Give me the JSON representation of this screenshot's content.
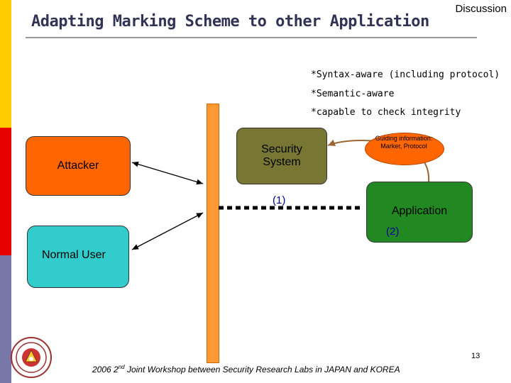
{
  "header": {
    "tag": "Discussion",
    "title": "Adapting Marking Scheme to other Application"
  },
  "bullets": [
    "*Syntax-aware (including protocol)",
    "*Semantic-aware",
    "*capable to check integrity"
  ],
  "nodes": {
    "attacker": "Attacker",
    "normal_user": "Normal User",
    "security_line1": "Security",
    "security_line2": "System",
    "application": "Application",
    "guiding_line1": "Guiding information:",
    "guiding_line2": "Marker, Protocol"
  },
  "labels": {
    "step1": "(1)",
    "step2": "(2)"
  },
  "footer": {
    "year": "2006 2",
    "sup": "nd",
    "rest": " Joint Workshop between  Security Research Labs in JAPAN and KOREA",
    "page": "13"
  },
  "colors": {
    "attacker": "#ff6600",
    "normal_user": "#33cccc",
    "security": "#777733",
    "application": "#228822",
    "firewall": "#ff9933",
    "step_label": "#000099",
    "guide_arrow": "#996633"
  }
}
